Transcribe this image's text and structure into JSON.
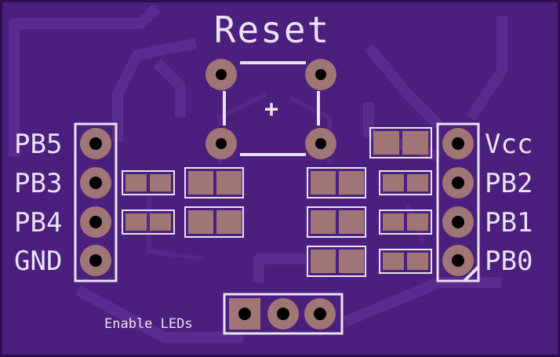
{
  "board": {
    "title": "Reset",
    "plus_mark": "+",
    "enable_label": "Enable LEDs",
    "left_pins": [
      "PB5",
      "PB3",
      "PB4",
      "GND"
    ],
    "right_pins": [
      "Vcc",
      "PB2",
      "PB1",
      "PB0"
    ],
    "colors": {
      "board": "#4a1f7d",
      "board_edge": "#3a1666",
      "trace": "#5c2e8f",
      "silkscreen": "#e9e2f0",
      "pad": "#a07575",
      "hole": "#000000"
    }
  }
}
